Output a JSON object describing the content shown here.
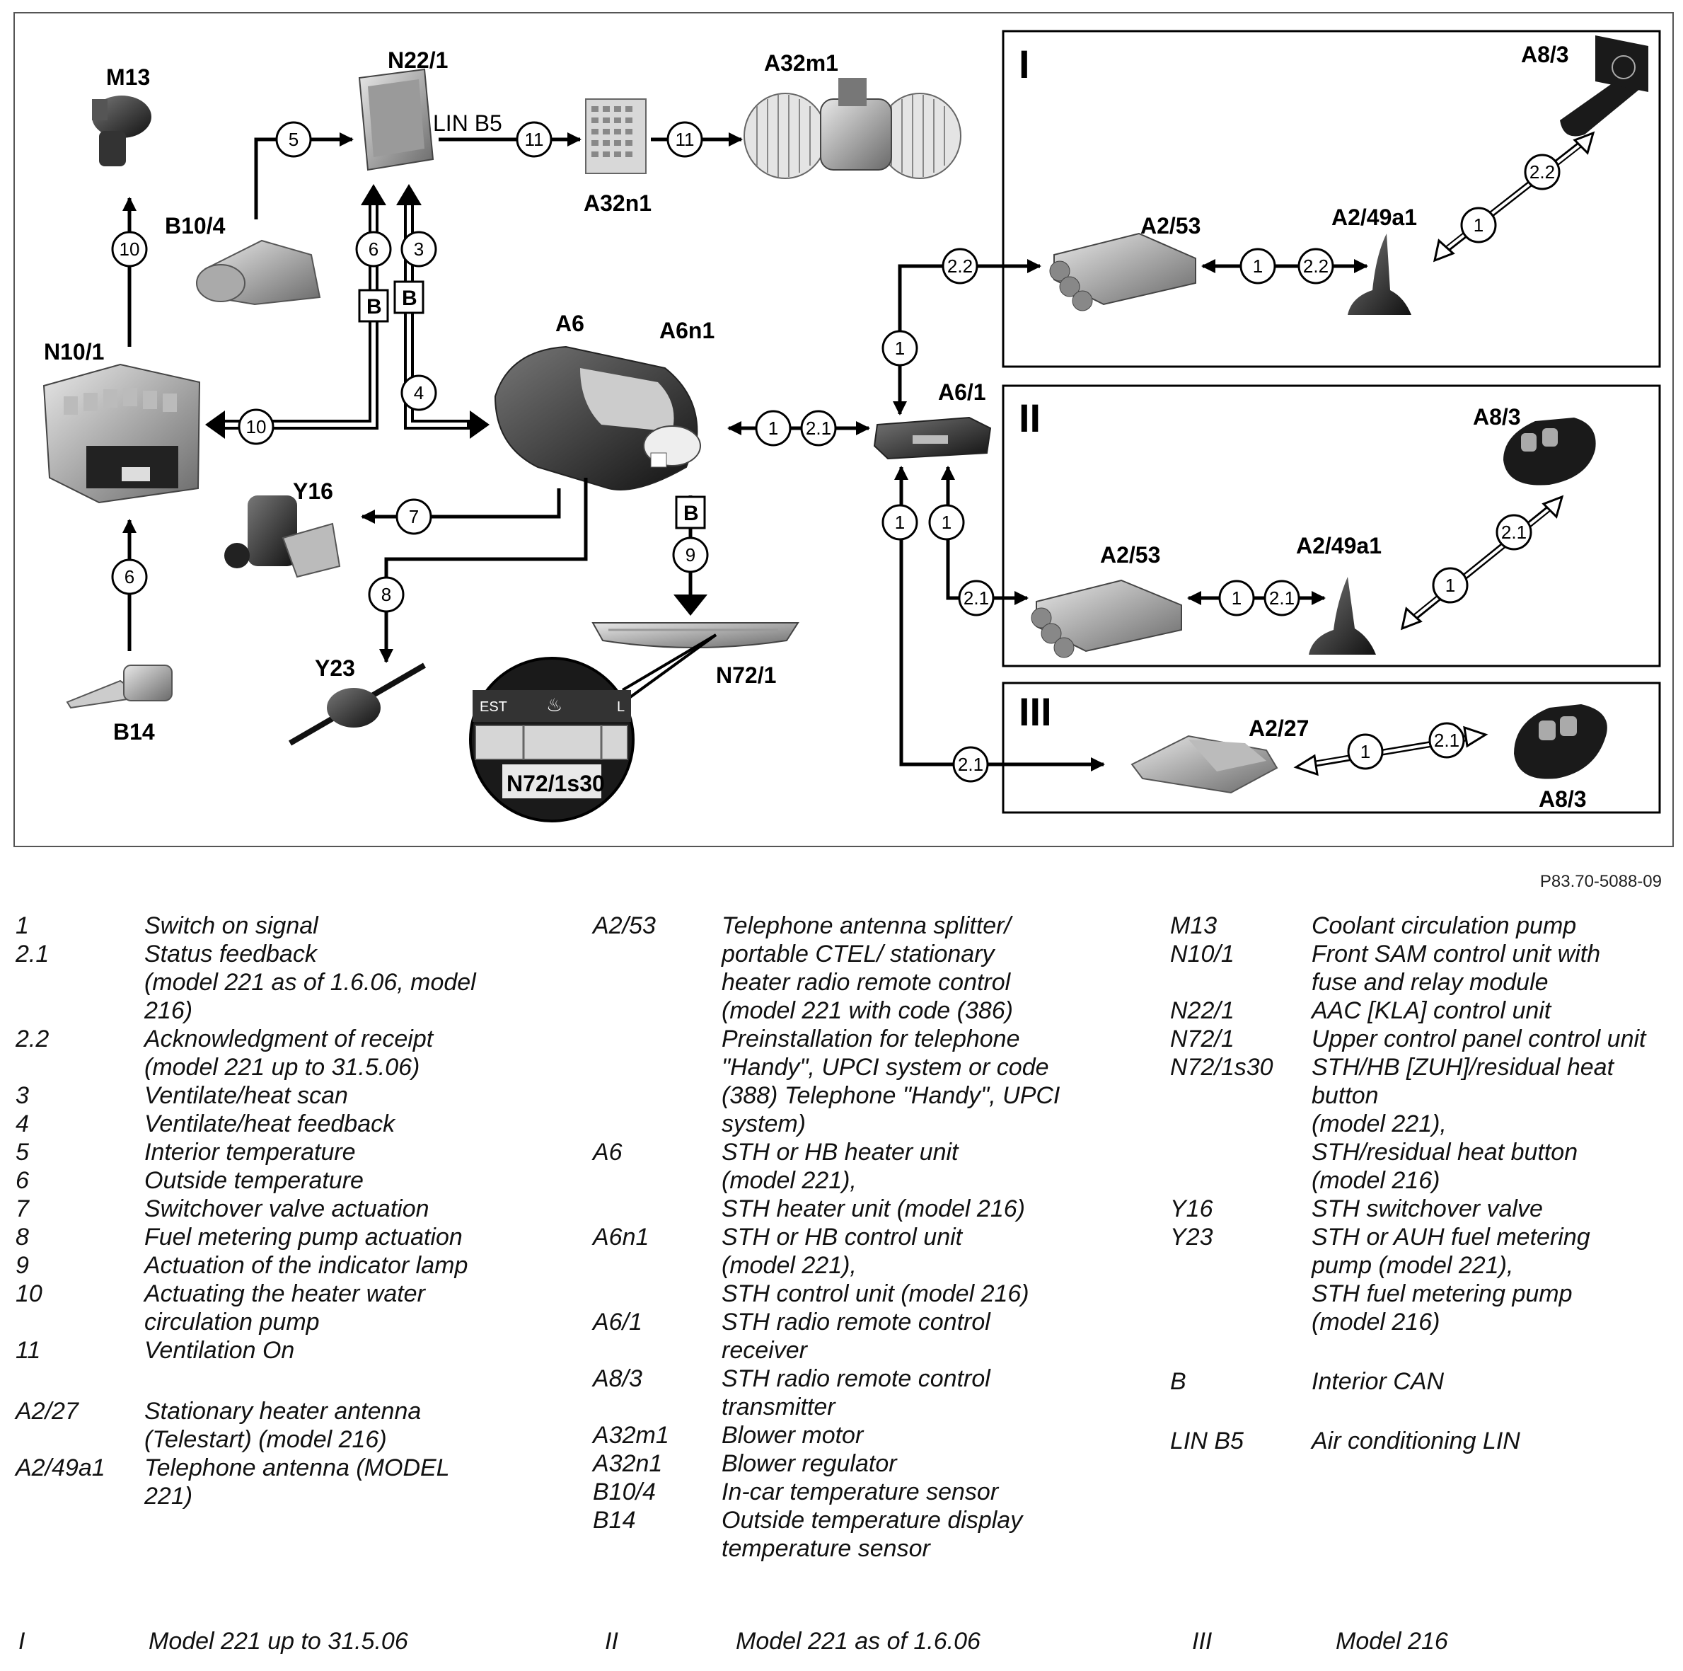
{
  "diagram": {
    "components": {
      "m13": "M13",
      "n22_1": "N22/1",
      "a32m1": "A32m1",
      "a32n1": "A32n1",
      "b10_4": "B10/4",
      "n10_1": "N10/1",
      "a6": "A6",
      "a6n1": "A6n1",
      "a6_1": "A6/1",
      "y16": "Y16",
      "y23": "Y23",
      "b14": "B14",
      "n72_1": "N72/1",
      "n72_1s30": "N72/1s30",
      "a2_53_i": "A2/53",
      "a2_49a1_i": "A2/49a1",
      "a8_3_i": "A8/3",
      "a2_53_ii": "A2/53",
      "a2_49a1_ii": "A2/49a1",
      "a8_3_ii": "A8/3",
      "a2_27": "A2/27",
      "a8_3_iii": "A8/3"
    },
    "bus_labels": {
      "lin": "LIN B5",
      "can": "B"
    },
    "signal_numbers": {
      "s1": "1",
      "s2_1": "2.1",
      "s2_2": "2.2",
      "s3": "3",
      "s4": "4",
      "s5": "5",
      "s6": "6",
      "s7": "7",
      "s8": "8",
      "s9": "9",
      "s10": "10",
      "s11": "11"
    },
    "panel_numerals": {
      "i": "I",
      "ii": "II",
      "iii": "III"
    },
    "button_text": {
      "left": "EST",
      "right": "L"
    },
    "figure_id": "P83.70-5088-09"
  },
  "legend": {
    "column1": [
      {
        "code": "1",
        "desc": "Switch on signal"
      },
      {
        "code": "2.1",
        "desc": "Status feedback"
      },
      {
        "code": "",
        "desc": "(model 221 as of 1.6.06, model"
      },
      {
        "code": "",
        "desc": "216)"
      },
      {
        "code": "2.2",
        "desc": "Acknowledgment of receipt"
      },
      {
        "code": "",
        "desc": "(model 221 up to 31.5.06)"
      },
      {
        "code": "3",
        "desc": "Ventilate/heat scan"
      },
      {
        "code": "4",
        "desc": "Ventilate/heat feedback"
      },
      {
        "code": "5",
        "desc": "Interior temperature"
      },
      {
        "code": "6",
        "desc": "Outside temperature"
      },
      {
        "code": "7",
        "desc": "Switchover valve actuation"
      },
      {
        "code": "8",
        "desc": "Fuel metering pump actuation"
      },
      {
        "code": "9",
        "desc": "Actuation of the indicator lamp"
      },
      {
        "code": "10",
        "desc": "Actuating the heater water"
      },
      {
        "code": "",
        "desc": "circulation pump"
      },
      {
        "code": "11",
        "desc": "Ventilation On"
      },
      {
        "code": "A2/27",
        "desc": "Stationary heater antenna"
      },
      {
        "code": "",
        "desc": "(Telestart) (model 216)"
      },
      {
        "code": "A2/49a1",
        "desc": "Telephone antenna (MODEL"
      },
      {
        "code": "",
        "desc": "221)"
      }
    ],
    "column2": [
      {
        "code": "A2/53",
        "desc": "Telephone antenna splitter/"
      },
      {
        "code": "",
        "desc": "portable CTEL/ stationary"
      },
      {
        "code": "",
        "desc": "heater radio remote control"
      },
      {
        "code": "",
        "desc": "(model 221 with code (386)"
      },
      {
        "code": "",
        "desc": "Preinstallation for telephone"
      },
      {
        "code": "",
        "desc": "\"Handy\", UPCI system or code"
      },
      {
        "code": "",
        "desc": "(388) Telephone \"Handy\", UPCI"
      },
      {
        "code": "",
        "desc": "system)"
      },
      {
        "code": "A6",
        "desc": "STH or HB heater unit"
      },
      {
        "code": "",
        "desc": "(model 221),"
      },
      {
        "code": "",
        "desc": "STH heater unit (model 216)"
      },
      {
        "code": "A6n1",
        "desc": "STH or HB control unit"
      },
      {
        "code": "",
        "desc": "(model 221),"
      },
      {
        "code": "",
        "desc": "STH control unit (model 216)"
      },
      {
        "code": "A6/1",
        "desc": "STH radio remote control"
      },
      {
        "code": "",
        "desc": "receiver"
      },
      {
        "code": "A8/3",
        "desc": "STH radio remote control"
      },
      {
        "code": "",
        "desc": "transmitter"
      },
      {
        "code": "A32m1",
        "desc": "Blower motor"
      },
      {
        "code": "A32n1",
        "desc": "Blower regulator"
      },
      {
        "code": "B10/4",
        "desc": "In-car temperature sensor"
      },
      {
        "code": "B14",
        "desc": "Outside temperature display"
      },
      {
        "code": "",
        "desc": "temperature sensor"
      }
    ],
    "column3": [
      {
        "code": "M13",
        "desc": "Coolant circulation pump"
      },
      {
        "code": "N10/1",
        "desc": "Front SAM control unit with"
      },
      {
        "code": "",
        "desc": "fuse and relay module"
      },
      {
        "code": "N22/1",
        "desc": "AAC [KLA] control unit"
      },
      {
        "code": "N72/1",
        "desc": "Upper control panel control unit"
      },
      {
        "code": "N72/1s30",
        "desc": "STH/HB [ZUH]/residual heat"
      },
      {
        "code": "",
        "desc": "button"
      },
      {
        "code": "",
        "desc": "(model 221),"
      },
      {
        "code": "",
        "desc": "STH/residual heat button"
      },
      {
        "code": "",
        "desc": "(model 216)"
      },
      {
        "code": "Y16",
        "desc": "STH switchover valve"
      },
      {
        "code": "Y23",
        "desc": "STH or AUH fuel metering"
      },
      {
        "code": "",
        "desc": "pump (model 221),"
      },
      {
        "code": "",
        "desc": "STH fuel metering pump"
      },
      {
        "code": "",
        "desc": "(model 216)"
      },
      {
        "code": "B",
        "desc": "Interior CAN"
      },
      {
        "code": "LIN B5",
        "desc": "Air conditioning LIN"
      }
    ],
    "variants": [
      {
        "code": "I",
        "desc": "Model 221 up to 31.5.06"
      },
      {
        "code": "II",
        "desc": "Model 221 as of 1.6.06"
      },
      {
        "code": "III",
        "desc": "Model 216"
      }
    ]
  }
}
